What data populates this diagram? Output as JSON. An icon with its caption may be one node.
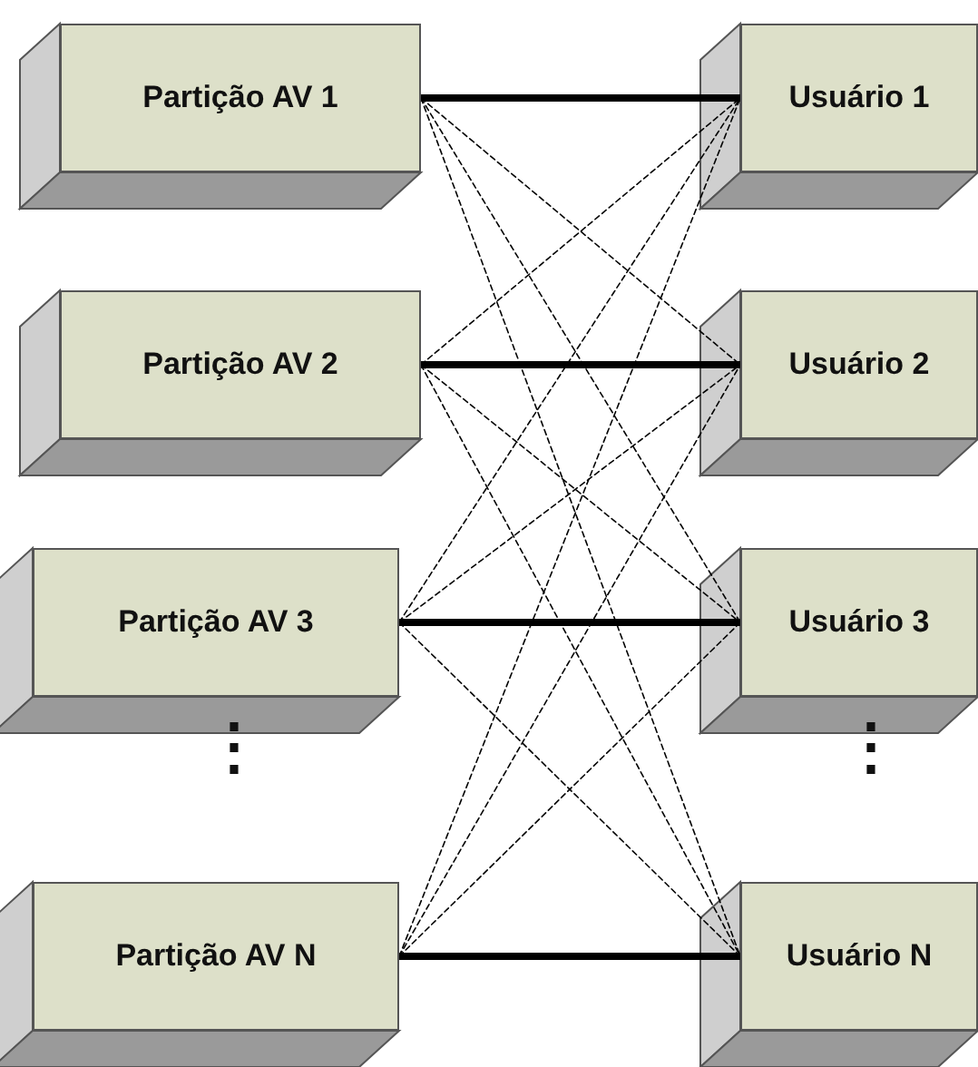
{
  "diagram": {
    "nodes": [
      {
        "text": [
          "Partição AV 1"
        ]
      },
      {
        "text": [
          "Usuário 1"
        ]
      },
      {
        "text": [
          "Partição AV 2"
        ]
      },
      {
        "text": [
          "Usuário 2"
        ]
      },
      {
        "text": [
          "Partição AV 3"
        ]
      },
      {
        "text": [
          "Usuário 3"
        ]
      },
      {
        "text": [
          "Partição AV N"
        ]
      },
      {
        "text": [
          "Usuário N"
        ]
      }
    ],
    "edges": [
      {
        "from": 0,
        "to": 1,
        "arrow": "none",
        "style": "thick"
      },
      {
        "from": 0,
        "to": 3,
        "arrow": "none",
        "style": "dashed"
      },
      {
        "from": 0,
        "to": 5,
        "arrow": "none",
        "style": "dashed"
      },
      {
        "from": 0,
        "to": 7,
        "arrow": "none",
        "style": "dashed"
      },
      {
        "from": 2,
        "to": 1,
        "arrow": "none",
        "style": "dashed"
      },
      {
        "from": 2,
        "to": 3,
        "arrow": "none",
        "style": "thick"
      },
      {
        "from": 2,
        "to": 5,
        "arrow": "none",
        "style": "dashed"
      },
      {
        "from": 2,
        "to": 7,
        "arrow": "none",
        "style": "dashed"
      },
      {
        "from": 4,
        "to": 1,
        "arrow": "none",
        "style": "dashed"
      },
      {
        "from": 4,
        "to": 3,
        "arrow": "none",
        "style": "dashed"
      },
      {
        "from": 4,
        "to": 5,
        "arrow": "none",
        "style": "thick"
      },
      {
        "from": 4,
        "to": 7,
        "arrow": "none",
        "style": "dashed"
      },
      {
        "from": 6,
        "to": 1,
        "arrow": "none",
        "style": "dashed"
      },
      {
        "from": 6,
        "to": 3,
        "arrow": "none",
        "style": "dashed"
      },
      {
        "from": 6,
        "to": 5,
        "arrow": "none",
        "style": "dashed"
      },
      {
        "from": 6,
        "to": 7,
        "arrow": "none",
        "style": "thick"
      }
    ],
    "labels": [
      "⋮",
      "⋮"
    ]
  }
}
